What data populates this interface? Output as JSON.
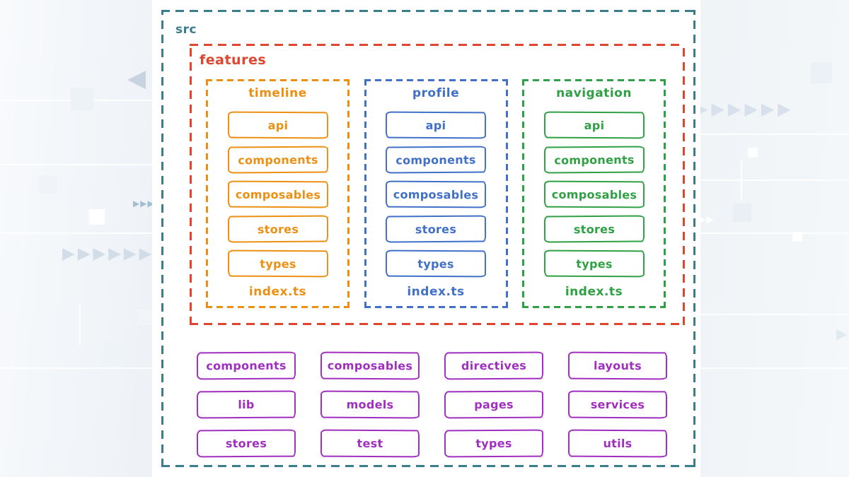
{
  "colors": {
    "src": "#3a7e8c",
    "features": "#e0452f",
    "timeline": "#ec9013",
    "profile": "#4070c8",
    "navigation": "#2fa043",
    "shared": "#a02fc0"
  },
  "src_label": "src",
  "features_label": "features",
  "modules": [
    {
      "name": "timeline",
      "color": "#ec9013",
      "folders": [
        "api",
        "components",
        "composables",
        "stores",
        "types"
      ],
      "index_file": "index.ts"
    },
    {
      "name": "profile",
      "color": "#4070c8",
      "folders": [
        "api",
        "components",
        "composables",
        "stores",
        "types"
      ],
      "index_file": "index.ts"
    },
    {
      "name": "navigation",
      "color": "#2fa043",
      "folders": [
        "api",
        "components",
        "composables",
        "stores",
        "types"
      ],
      "index_file": "index.ts"
    }
  ],
  "shared_folders": [
    "components",
    "composables",
    "directives",
    "layouts",
    "lib",
    "models",
    "pages",
    "services",
    "stores",
    "test",
    "types",
    "utils"
  ],
  "decorations": {
    "left_triangle": "◀",
    "arrow_row": "▶▶▶▶▶▶",
    "small_arrow_row": "▶▶▶",
    "single_arrow": "▶"
  }
}
